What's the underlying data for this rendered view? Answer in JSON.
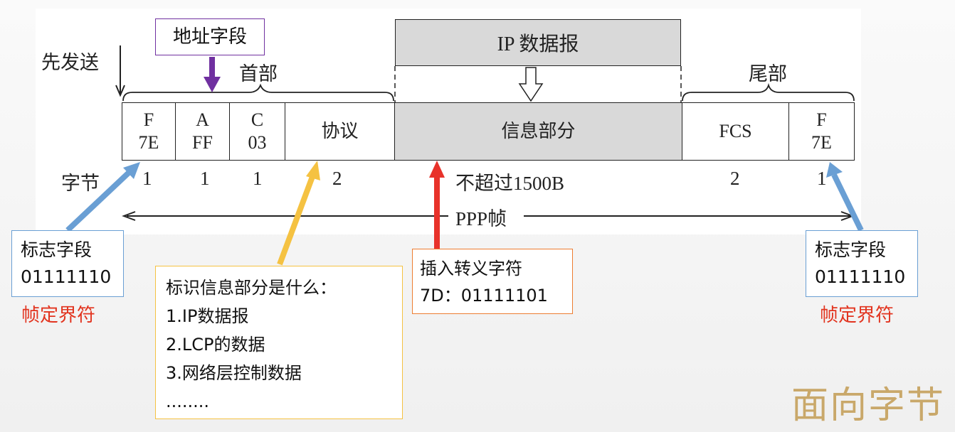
{
  "header": {
    "first_sent": "先发送",
    "header_label": "首部",
    "tail_label": "尾部",
    "ip_datagram": "IP 数据报"
  },
  "frame": {
    "fields": [
      {
        "top": "F",
        "bottom": "7E"
      },
      {
        "top": "A",
        "bottom": "FF"
      },
      {
        "top": "C",
        "bottom": "03"
      },
      {
        "top": "协议",
        "bottom": ""
      },
      {
        "top": "信息部分",
        "bottom": ""
      },
      {
        "top": "FCS",
        "bottom": ""
      },
      {
        "top": "F",
        "bottom": "7E"
      }
    ],
    "bytes_label": "字节",
    "byte_values": [
      "1",
      "1",
      "1",
      "2",
      "不超过1500B",
      "2",
      "1"
    ],
    "frame_label": "PPP帧"
  },
  "annotations": {
    "address_field": "地址字段",
    "flag_left": {
      "line1": "标志字段",
      "line2": "01111110",
      "caption": "帧定界符"
    },
    "flag_right": {
      "line1": "标志字段",
      "line2": "01111110",
      "caption": "帧定界符"
    },
    "escape": {
      "line1": "插入转义字符",
      "line2": "7D：01111101"
    },
    "protocol_info": {
      "title": "标识信息部分是什么：",
      "items": [
        "1.IP数据报",
        "2.LCP的数据",
        "3.网络层控制数据",
        "........"
      ]
    }
  },
  "watermark": "面向字节",
  "colors": {
    "purple": "#7030a0",
    "blue": "#6a9fd4",
    "yellow": "#f5c242",
    "red": "#e8322a",
    "orange_border": "#ed7d31",
    "gray_fill": "#d9d9d9"
  }
}
